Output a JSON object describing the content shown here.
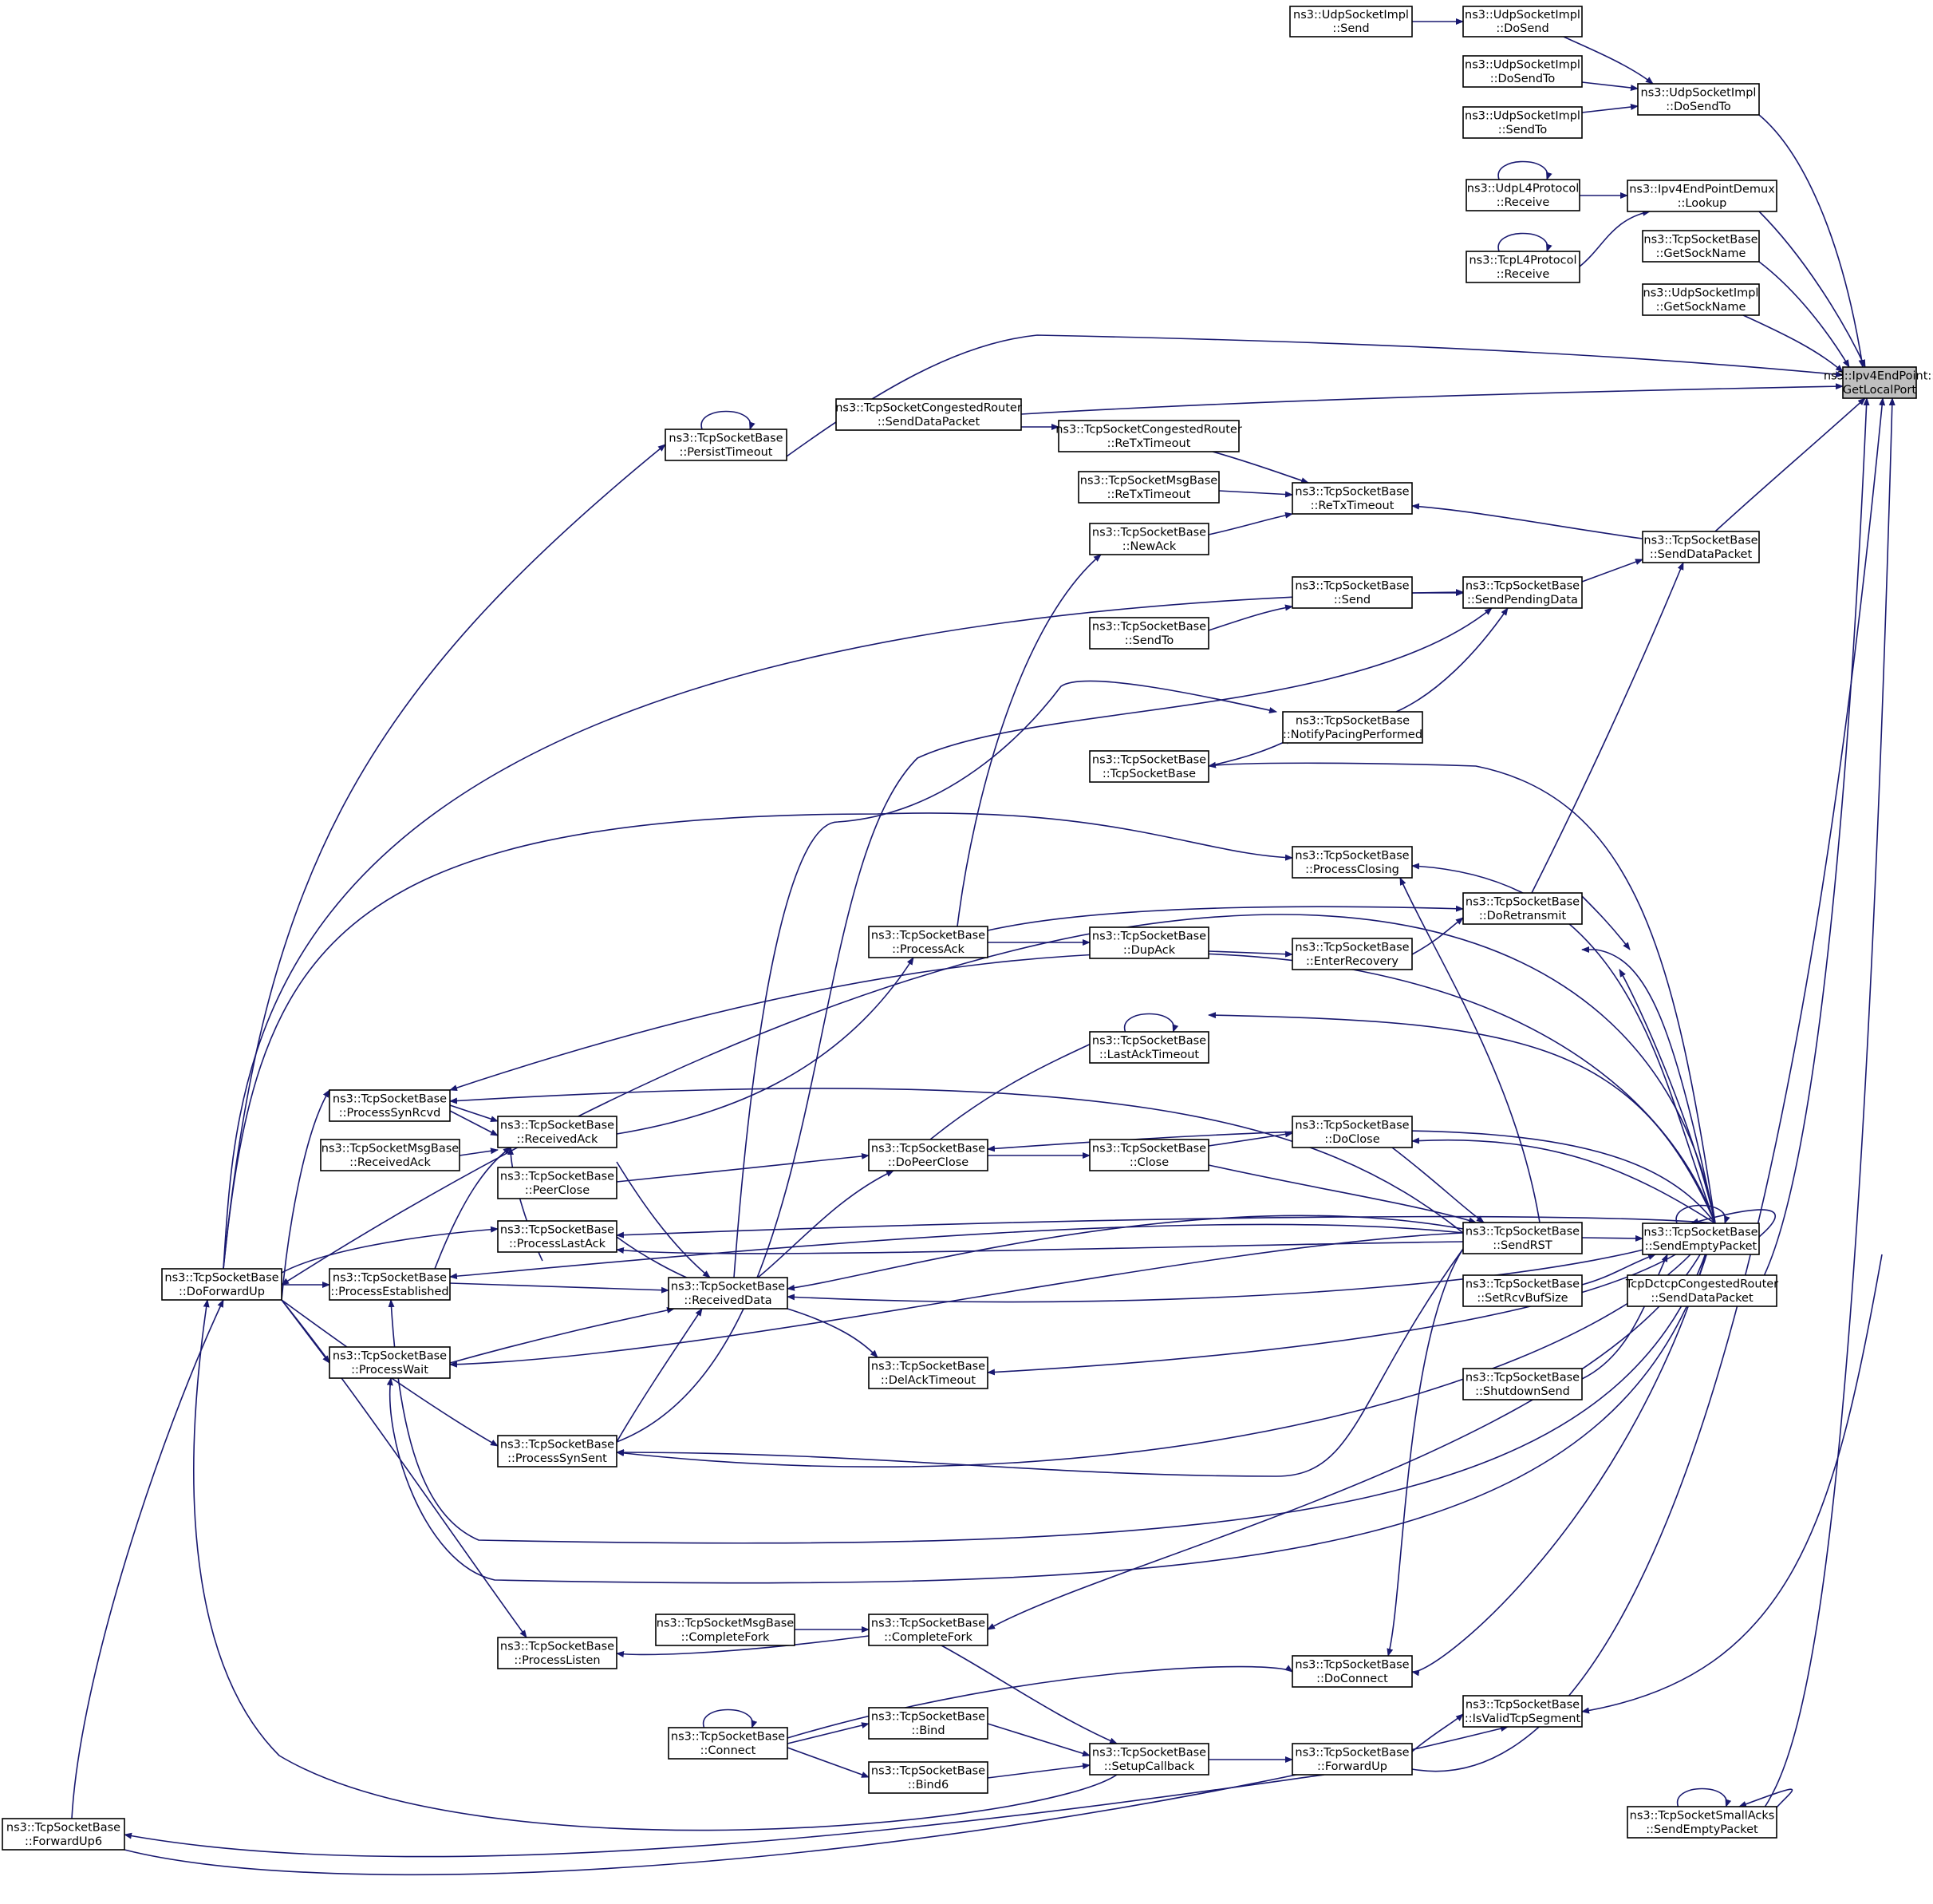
{
  "diagram": {
    "focus_node": "ns3::Ipv4EndPoint::GetLocalPort",
    "colors": {
      "edge": "#191970",
      "focus_fill": "#bfbfbf",
      "node_fill": "#ffffff",
      "node_border": "#000000"
    },
    "nodes": [
      {
        "id": "getlocalport",
        "line1": "ns3::Ipv4EndPoint::",
        "line2": "GetLocalPort",
        "focus": true
      },
      {
        "id": "udp_send",
        "line1": "ns3::UdpSocketImpl",
        "line2": "::Send"
      },
      {
        "id": "udp_dosend",
        "line1": "ns3::UdpSocketImpl",
        "line2": "::DoSend"
      },
      {
        "id": "udp_dosendto_a",
        "line1": "ns3::UdpSocketImpl",
        "line2": "::DoSendTo"
      },
      {
        "id": "udp_dosendto_b",
        "line1": "ns3::UdpSocketImpl",
        "line2": "::DoSendTo"
      },
      {
        "id": "udp_sendto",
        "line1": "ns3::UdpSocketImpl",
        "line2": "::SendTo"
      },
      {
        "id": "udpl4_receive",
        "line1": "ns3::UdpL4Protocol",
        "line2": "::Receive"
      },
      {
        "id": "demux_lookup",
        "line1": "ns3::Ipv4EndPointDemux",
        "line2": "::Lookup"
      },
      {
        "id": "tcpl4_receive",
        "line1": "ns3::TcpL4Protocol",
        "line2": "::Receive"
      },
      {
        "id": "tcp_getsockname",
        "line1": "ns3::TcpSocketBase",
        "line2": "::GetSockName"
      },
      {
        "id": "udp_getsockname",
        "line1": "ns3::UdpSocketImpl",
        "line2": "::GetSockName"
      },
      {
        "id": "cr_senddatapacket",
        "line1": "ns3::TcpSocketCongestedRouter",
        "line2": "::SendDataPacket"
      },
      {
        "id": "persisttimeout",
        "line1": "ns3::TcpSocketBase",
        "line2": "::PersistTimeout"
      },
      {
        "id": "cr_retxtimeout",
        "line1": "ns3::TcpSocketCongestedRouter",
        "line2": "::ReTxTimeout"
      },
      {
        "id": "msg_retxtimeout",
        "line1": "ns3::TcpSocketMsgBase",
        "line2": "::ReTxTimeout"
      },
      {
        "id": "retxtimeout",
        "line1": "ns3::TcpSocketBase",
        "line2": "::ReTxTimeout"
      },
      {
        "id": "newack",
        "line1": "ns3::TcpSocketBase",
        "line2": "::NewAck"
      },
      {
        "id": "senddatapacket",
        "line1": "ns3::TcpSocketBase",
        "line2": "::SendDataPacket"
      },
      {
        "id": "sendpendingdata",
        "line1": "ns3::TcpSocketBase",
        "line2": "::SendPendingData"
      },
      {
        "id": "tcp_send",
        "line1": "ns3::TcpSocketBase",
        "line2": "::Send"
      },
      {
        "id": "tcp_sendto",
        "line1": "ns3::TcpSocketBase",
        "line2": "::SendTo"
      },
      {
        "id": "notifypacing",
        "line1": "ns3::TcpSocketBase",
        "line2": "::NotifyPacingPerformed"
      },
      {
        "id": "tcpsocketbase",
        "line1": "ns3::TcpSocketBase",
        "line2": "::TcpSocketBase"
      },
      {
        "id": "processclosing",
        "line1": "ns3::TcpSocketBase",
        "line2": "::ProcessClosing"
      },
      {
        "id": "doretransmit",
        "line1": "ns3::TcpSocketBase",
        "line2": "::DoRetransmit"
      },
      {
        "id": "processack",
        "line1": "ns3::TcpSocketBase",
        "line2": "::ProcessAck"
      },
      {
        "id": "dupack",
        "line1": "ns3::TcpSocketBase",
        "line2": "::DupAck"
      },
      {
        "id": "enterrecovery",
        "line1": "ns3::TcpSocketBase",
        "line2": "::EnterRecovery"
      },
      {
        "id": "lastacktimeout",
        "line1": "ns3::TcpSocketBase",
        "line2": "::LastAckTimeout"
      },
      {
        "id": "processsynrcvd",
        "line1": "ns3::TcpSocketBase",
        "line2": "::ProcessSynRcvd"
      },
      {
        "id": "receivedack",
        "line1": "ns3::TcpSocketBase",
        "line2": "::ReceivedAck"
      },
      {
        "id": "msg_receivedack",
        "line1": "ns3::TcpSocketMsgBase",
        "line2": "::ReceivedAck"
      },
      {
        "id": "peerclose",
        "line1": "ns3::TcpSocketBase",
        "line2": "::PeerClose"
      },
      {
        "id": "dopeerclose",
        "line1": "ns3::TcpSocketBase",
        "line2": "::DoPeerClose"
      },
      {
        "id": "close",
        "line1": "ns3::TcpSocketBase",
        "line2": "::Close"
      },
      {
        "id": "doclose",
        "line1": "ns3::TcpSocketBase",
        "line2": "::DoClose"
      },
      {
        "id": "sendrst",
        "line1": "ns3::TcpSocketBase",
        "line2": "::SendRST"
      },
      {
        "id": "sendemptypacket",
        "line1": "ns3::TcpSocketBase",
        "line2": "::SendEmptyPacket"
      },
      {
        "id": "doforwardup",
        "line1": "ns3::TcpSocketBase",
        "line2": "::DoForwardUp"
      },
      {
        "id": "processestablished",
        "line1": "ns3::TcpSocketBase",
        "line2": "::ProcessEstablished"
      },
      {
        "id": "processlastack",
        "line1": "ns3::TcpSocketBase",
        "line2": "::ProcessLastAck"
      },
      {
        "id": "receiveddata",
        "line1": "ns3::TcpSocketBase",
        "line2": "::ReceivedData"
      },
      {
        "id": "setrcvbufsize",
        "line1": "ns3::TcpSocketBase",
        "line2": "::SetRcvBufSize"
      },
      {
        "id": "dctcp_senddatapacket",
        "line1": "TcpDctcpCongestedRouter",
        "line2": "::SendDataPacket"
      },
      {
        "id": "processwait",
        "line1": "ns3::TcpSocketBase",
        "line2": "::ProcessWait"
      },
      {
        "id": "delacktimeout",
        "line1": "ns3::TcpSocketBase",
        "line2": "::DelAckTimeout"
      },
      {
        "id": "shutdownsend",
        "line1": "ns3::TcpSocketBase",
        "line2": "::ShutdownSend"
      },
      {
        "id": "processsynsent",
        "line1": "ns3::TcpSocketBase",
        "line2": "::ProcessSynSent"
      },
      {
        "id": "msg_completefork",
        "line1": "ns3::TcpSocketMsgBase",
        "line2": "::CompleteFork"
      },
      {
        "id": "completefork",
        "line1": "ns3::TcpSocketBase",
        "line2": "::CompleteFork"
      },
      {
        "id": "processlisten",
        "line1": "ns3::TcpSocketBase",
        "line2": "::ProcessListen"
      },
      {
        "id": "doconnect",
        "line1": "ns3::TcpSocketBase",
        "line2": "::DoConnect"
      },
      {
        "id": "connect",
        "line1": "ns3::TcpSocketBase",
        "line2": "::Connect"
      },
      {
        "id": "bind",
        "line1": "ns3::TcpSocketBase",
        "line2": "::Bind"
      },
      {
        "id": "isvalidtcpsegment",
        "line1": "ns3::TcpSocketBase",
        "line2": "::IsValidTcpSegment"
      },
      {
        "id": "setupcallback",
        "line1": "ns3::TcpSocketBase",
        "line2": "::SetupCallback"
      },
      {
        "id": "forwardup",
        "line1": "ns3::TcpSocketBase",
        "line2": "::ForwardUp"
      },
      {
        "id": "bind6",
        "line1": "ns3::TcpSocketBase",
        "line2": "::Bind6"
      },
      {
        "id": "forwardup6",
        "line1": "ns3::TcpSocketBase",
        "line2": "::ForwardUp6"
      },
      {
        "id": "smallacks_sendempty",
        "line1": "ns3::TcpSocketSmallAcks",
        "line2": "::SendEmptyPacket"
      }
    ]
  }
}
